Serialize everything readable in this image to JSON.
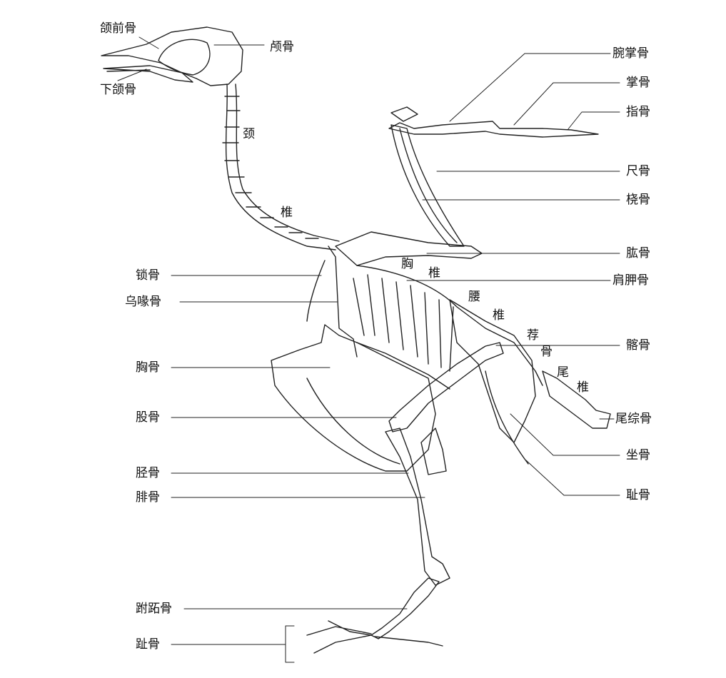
{
  "title": "鸟类骨骼示意图",
  "labels": {
    "premaxilla": "颌前骨",
    "skull": "颅骨",
    "mandible": "下颌骨",
    "neck_1": "颈",
    "neck_2": "椎",
    "carpometacarpus": "腕掌骨",
    "metacarpal": "掌骨",
    "phalanges": "指骨",
    "ulna": "尺骨",
    "radius": "桡骨",
    "humerus": "肱骨",
    "scapula": "肩胛骨",
    "clavicle": "锁骨",
    "coracoid": "乌喙骨",
    "thoracic_1": "胸",
    "thoracic_2": "椎",
    "lumbar_1": "腰",
    "lumbar_2": "椎",
    "sacral_1": "荐",
    "sacral_2": "骨",
    "ilium": "髂骨",
    "caudal_1": "尾",
    "caudal_2": "椎",
    "sternum": "胸骨",
    "femur": "股骨",
    "pygostyle": "尾综骨",
    "ischium": "坐骨",
    "tibia": "胫骨",
    "pubis": "耻骨",
    "fibula": "腓骨",
    "tarsometatarsus": "跗跖骨",
    "toes": "趾骨"
  }
}
